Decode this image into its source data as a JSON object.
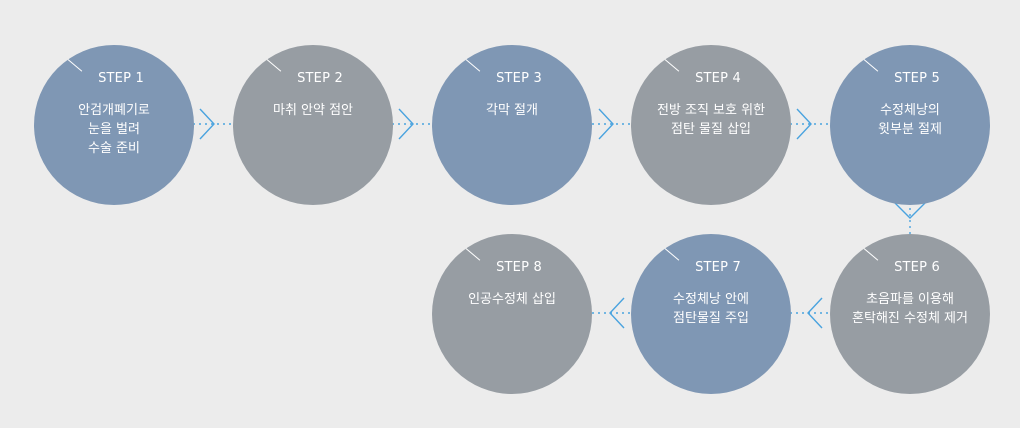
{
  "colors": {
    "blue": "#7f97b4",
    "gray": "#979da3",
    "connector": "#4aa3df",
    "background": "#ececec"
  },
  "steps": [
    {
      "label": "STEP 1",
      "lines": [
        "안검개폐기로",
        "눈을 벌려",
        "수술 준비"
      ],
      "color": "blue"
    },
    {
      "label": "STEP 2",
      "lines": [
        "마취 안약 점안"
      ],
      "color": "gray"
    },
    {
      "label": "STEP 3",
      "lines": [
        "각막 절개"
      ],
      "color": "blue"
    },
    {
      "label": "STEP 4",
      "lines": [
        "전방 조직 보호 위한",
        "점탄 물질 삽입"
      ],
      "color": "gray"
    },
    {
      "label": "STEP 5",
      "lines": [
        "수정체낭의",
        "윗부분 절제"
      ],
      "color": "blue"
    },
    {
      "label": "STEP 6",
      "lines": [
        "초음파를 이용해",
        "혼탁해진 수정체 제거"
      ],
      "color": "gray"
    },
    {
      "label": "STEP 7",
      "lines": [
        "수정체낭 안에",
        "점탄물질 주입"
      ],
      "color": "blue"
    },
    {
      "label": "STEP 8",
      "lines": [
        "인공수정체 삽입"
      ],
      "color": "gray"
    }
  ]
}
